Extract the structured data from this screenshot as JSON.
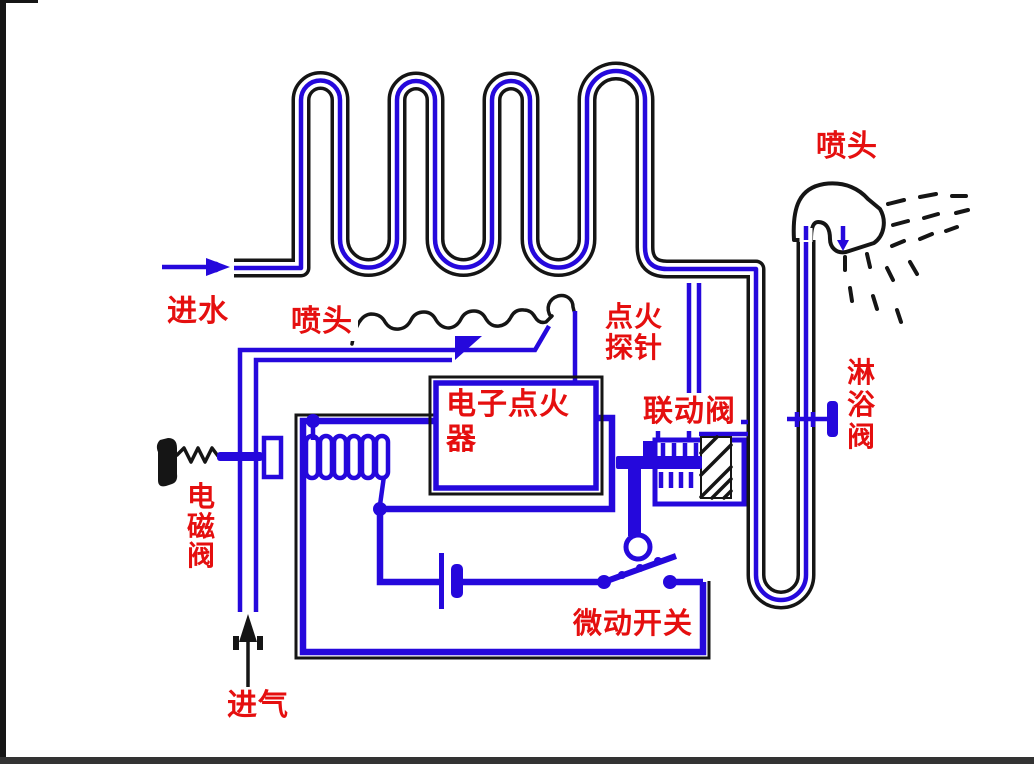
{
  "labels": {
    "water_inlet": "进水",
    "burner_nozzle": "喷头",
    "ignition_probe": "点火\n探针",
    "igniter": "电子点火器",
    "linkage_valve": "联动阀",
    "shower_valve": "淋\n浴\n阀",
    "shower_head": "喷头",
    "solenoid_valve": "电\n磁\n阀",
    "micro_switch": "微动开关",
    "gas_inlet": "进气"
  },
  "colors": {
    "line_blue": "#2508dc",
    "outline_black": "#151515",
    "label_red": "#e50f0f",
    "page_bg": "#ffffff"
  }
}
